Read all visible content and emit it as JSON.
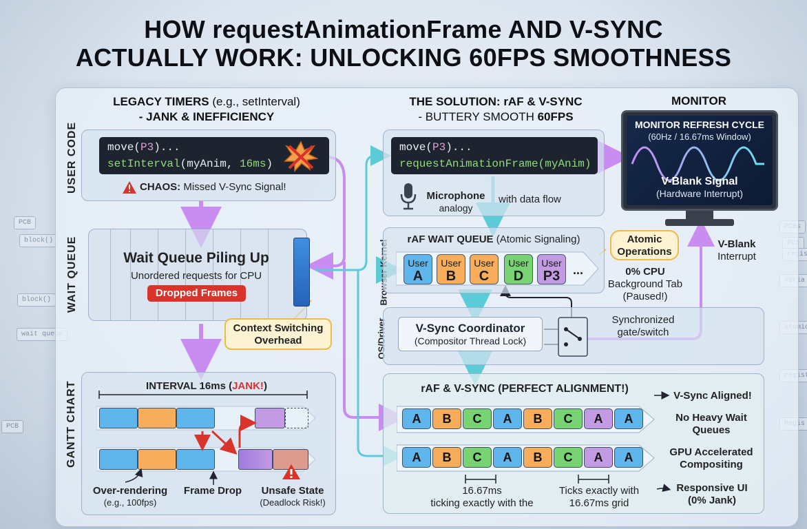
{
  "title": {
    "line1": "HOW requestAnimationFrame AND V-SYNC",
    "line2": "ACTUALLY WORK: UNLOCKING 60FPS SMOOTHNESS"
  },
  "side_left": [
    "PCB",
    "block()",
    "block()",
    "wait queue",
    "PCB"
  ],
  "side_right": [
    "PCBs",
    "PCI",
    "regis",
    "Varia",
    "atomic",
    "registe",
    "Regis"
  ],
  "rows": {
    "user_code": "USER CODE",
    "wait_queue": "WAIT QUEUE",
    "gantt_chart": "GANTT CHART",
    "browser_kernel": "Browser Kernel",
    "os_driver": "OS/Driver"
  },
  "legacy": {
    "heading_bold": "LEGACY TIMERS",
    "heading_normal": " (e.g., setInterval)",
    "heading_line2": "- JANK & INEFFICIENCY",
    "code_line1_a": "move(",
    "code_line1_b": "P3",
    "code_line1_c": ")...",
    "code_line2_a": "setInterval",
    "code_line2_b": "(myAnim, ",
    "code_line2_c": "16ms",
    "code_line2_d": ")",
    "chaos_bold": "CHAOS:",
    "chaos_text": " Missed V-Sync Signal!",
    "queue_title": "Wait Queue Piling Up",
    "queue_sub": "Unordered requests for CPU",
    "dropped": "Dropped Frames",
    "context_switch": "Context Switching Overhead",
    "interval_a": "INTERVAL 16ms (",
    "interval_b": "JANK!",
    "interval_c": ")",
    "over_rendering": "Over-rendering",
    "over_rendering_sub": "(e.g., 100fps)",
    "frame_drop": "Frame Drop",
    "unsafe_state": "Unsafe State",
    "unsafe_sub": "(Deadlock Risk!)"
  },
  "solution": {
    "heading_line1": "THE SOLUTION: rAF & V-SYNC",
    "heading_line2_a": "- BUTTERY SMOOTH ",
    "heading_line2_b": "60FPS",
    "code_line1_a": "move(",
    "code_line1_b": "P3",
    "code_line1_c": ")...",
    "code_line2": "requestAnimationFrame(myAnim)",
    "mic_bold": "Microphone",
    "mic_sub": "analogy",
    "data_flow": "with data flow",
    "raf_queue_bold": "rAF WAIT QUEUE",
    "raf_queue_normal": " (Atomic Signaling)",
    "users": [
      {
        "top": "User",
        "letter": "A",
        "color": "#5eb6ec"
      },
      {
        "top": "User",
        "letter": "B",
        "color": "#f7ad5a"
      },
      {
        "top": "User",
        "letter": "C",
        "color": "#f7ad5a"
      },
      {
        "top": "User",
        "letter": "D",
        "color": "#78d373"
      },
      {
        "top": "User",
        "letter": "P3",
        "color": "#c39ae4"
      }
    ],
    "ellipsis": "...",
    "atomic_ops": "Atomic Operations",
    "cpu_bold": "0% CPU",
    "cpu_text1": "Background Tab",
    "cpu_text2": "(Paused!)",
    "vsync_coord_bold": "V-Sync Coordinator",
    "vsync_coord_sub": "(Compositor Thread Lock)",
    "sync_gate1": "Synchronized",
    "sync_gate2": "gate/switch",
    "alignment_title": "rAF & V-SYNC (PERFECT ALIGNMENT!)",
    "row1": [
      "A",
      "B",
      "C",
      "A",
      "B",
      "C",
      "A",
      "A"
    ],
    "row2": [
      "A",
      "B",
      "C",
      "A",
      "B",
      "C",
      "A",
      "A"
    ],
    "tick1_a": "16.67ms",
    "tick1_b": "ticking exactly with the",
    "tick2_a": "Ticks exactly with",
    "tick2_b": "16.67ms grid",
    "benefit1": "V-Sync Aligned!",
    "benefit2": "No Heavy Wait Queues",
    "benefit3": "GPU Accelerated Compositing",
    "benefit4": "Responsive UI (0% Jank)"
  },
  "monitor": {
    "heading": "MONITOR",
    "refresh_title": "MONITOR REFRESH CYCLE",
    "refresh_sub": "(60Hz / 16.67ms Window)",
    "vblank_bold": "V-Blank Signal",
    "vblank_sub": "(Hardware Interrupt)",
    "vblank_int_bold": "V-Blank",
    "vblank_int_sub": "Interrupt"
  },
  "colors": {
    "blue": "#5eb6ec",
    "orange": "#f7ad5a",
    "green": "#78d373",
    "purple": "#c39ae4",
    "red": "#d8342c",
    "flow": "#c98cf0"
  }
}
